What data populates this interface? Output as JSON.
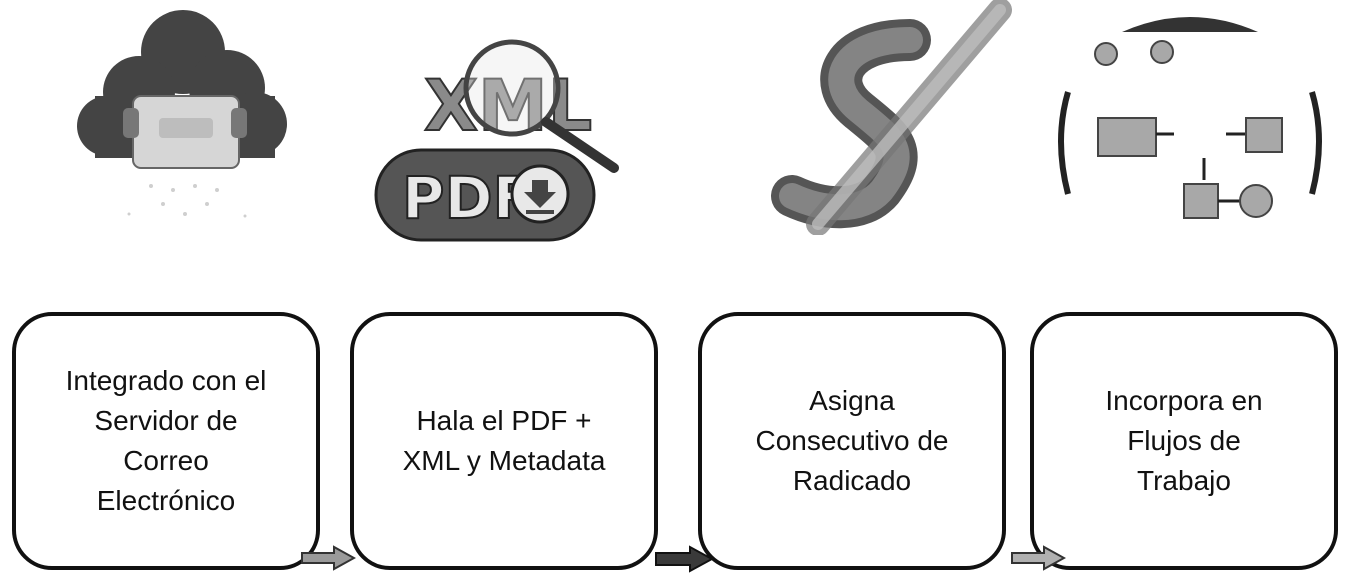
{
  "steps": [
    {
      "icon": "cloud-server-icon",
      "label": "Integrado con el\nServidor de\nCorreo\nElectrónico"
    },
    {
      "icon": "xml-pdf-download-icon",
      "label": "Hala el PDF +\nXML y Metadata"
    },
    {
      "icon": "dollar-sign-icon",
      "label": "Asigna\nConsecutivo de\nRadicado"
    },
    {
      "icon": "workflow-icon",
      "label": "Incorpora en\nFlujos de\nTrabajo"
    }
  ],
  "icon_text": {
    "xml": "XML",
    "pdf": "PDF"
  },
  "colors": {
    "ink": "#111111",
    "icon_gray": "#8a8a8a",
    "icon_dark": "#3a3a3a"
  }
}
